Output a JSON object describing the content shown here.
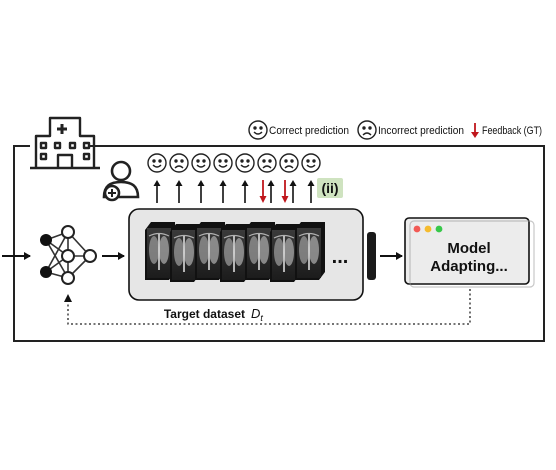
{
  "legend": {
    "correct_label": "Correct prediction",
    "incorrect_label": "Incorrect prediction",
    "feedback_label": "Feedback (GT)"
  },
  "faces": [
    "correct",
    "incorrect",
    "correct",
    "correct",
    "correct",
    "incorrect",
    "incorrect",
    "correct"
  ],
  "feedback_flags": [
    false,
    false,
    false,
    false,
    false,
    true,
    true,
    false
  ],
  "step_label": "(ii)",
  "dataset_label": "Target dataset",
  "dataset_symbol": "D",
  "dataset_subscript": "t",
  "ellipsis": "...",
  "adapter": {
    "line1": "Model",
    "line2": "Adapting..."
  },
  "colors": {
    "feedback_arrow": "#c0161c",
    "step_highlight": "#cfe3c0",
    "dataset_panel": "#e6e6e6",
    "adapter_panel": "#ececec",
    "dot_red": "#f25a55",
    "dot_yellow": "#f5bb2e",
    "dot_green": "#37c84a"
  },
  "icons": [
    "hospital-icon",
    "doctor-icon",
    "neural-network-icon",
    "x-ray-image-icon",
    "window-dots-icon"
  ]
}
